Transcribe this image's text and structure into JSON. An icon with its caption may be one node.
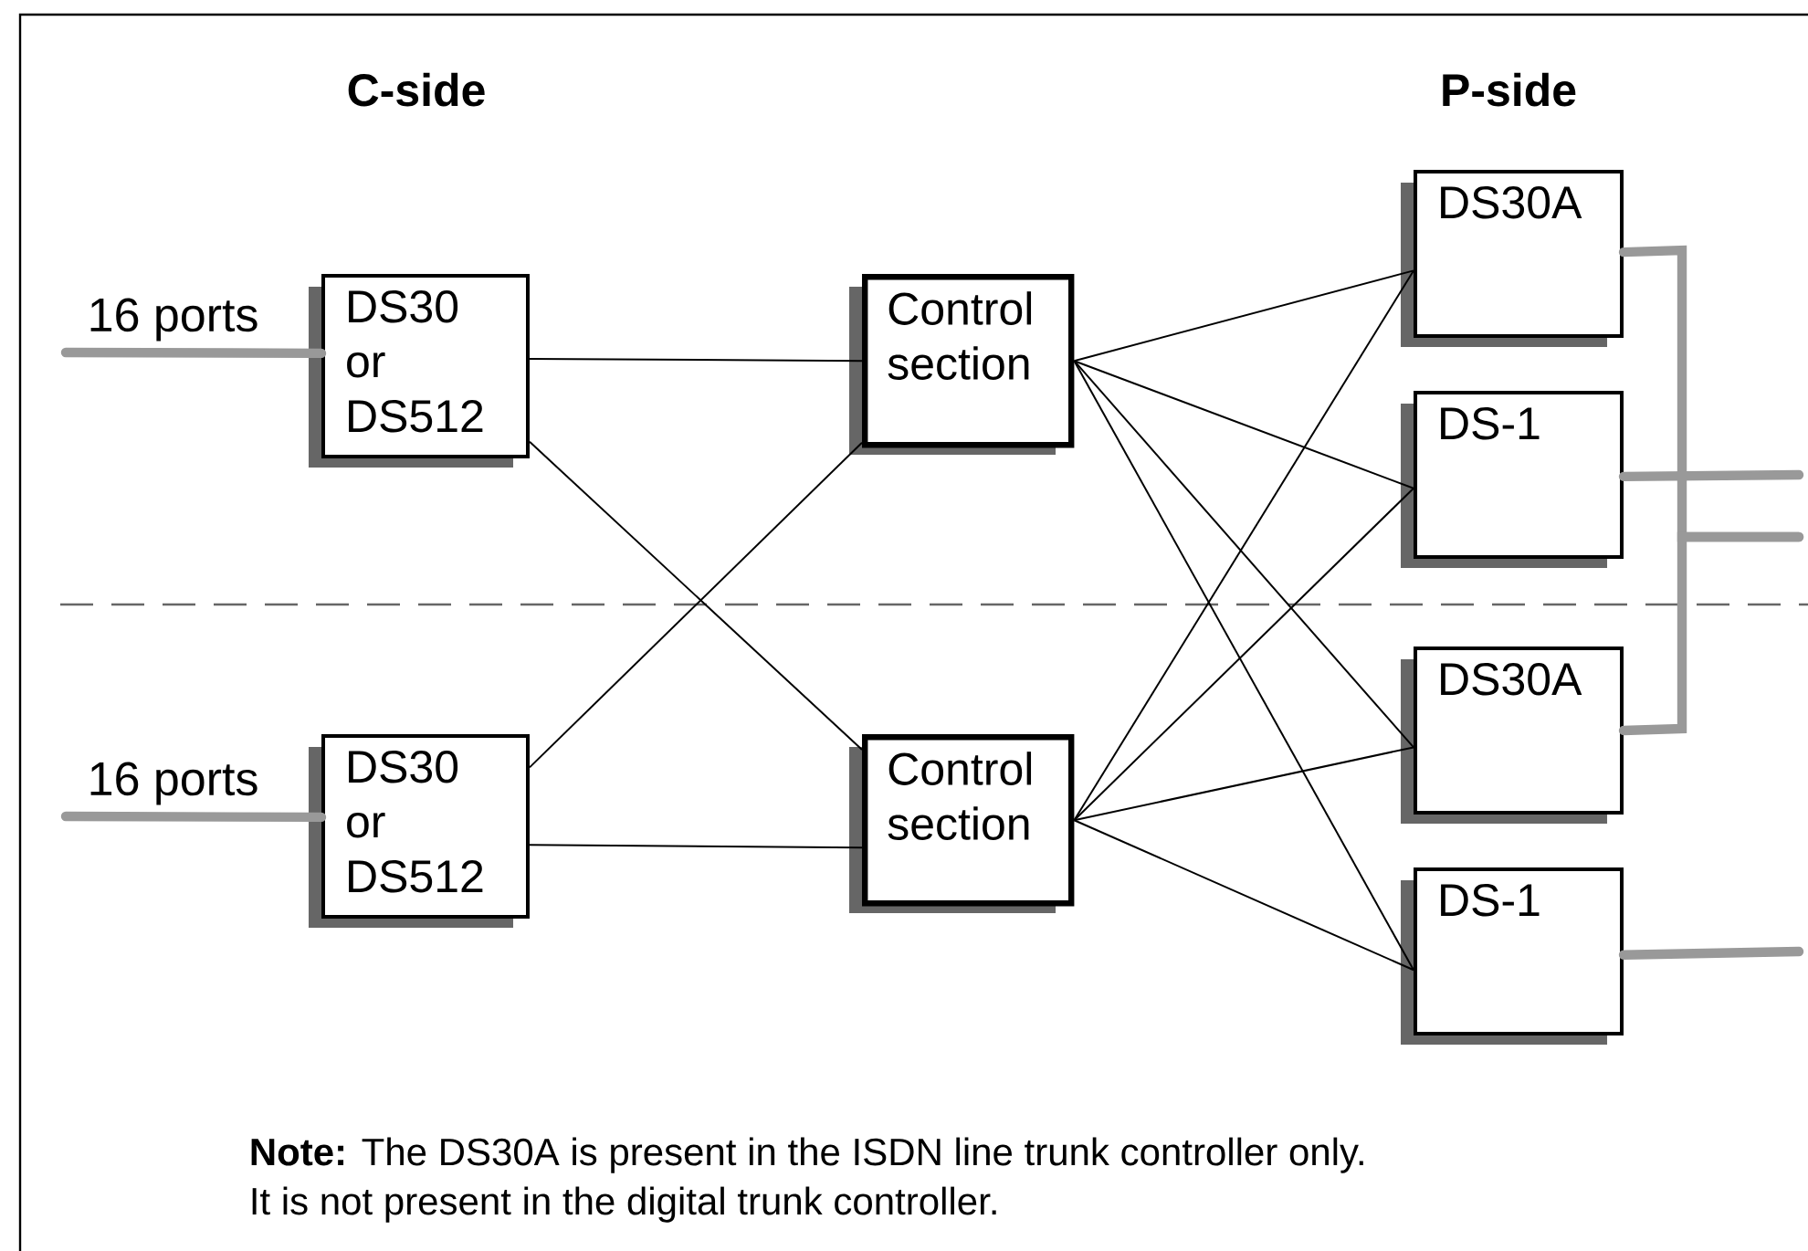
{
  "diagram": {
    "nodes": [
      {
        "text": [
          "DS30 or DS512"
        ]
      },
      {
        "text": [
          "Control section"
        ]
      },
      {
        "text": [
          "DS30A"
        ]
      },
      {
        "text": [
          "DS-1"
        ]
      },
      {
        "text": [
          "DS30 or DS512"
        ]
      },
      {
        "text": [
          "Control section"
        ]
      },
      {
        "text": [
          "DS30A"
        ]
      },
      {
        "text": [
          "DS-1"
        ]
      }
    ],
    "edges": [
      {
        "from": null,
        "to": 0,
        "arrow": "none",
        "label": "16 ports",
        "style": "thick",
        "color": "#999999"
      },
      {
        "from": null,
        "to": 4,
        "arrow": "none",
        "label": "16 ports",
        "style": "thick",
        "color": "#999999"
      },
      {
        "from": 0,
        "to": 1,
        "arrow": "none"
      },
      {
        "from": 0,
        "to": 5,
        "arrow": "none"
      },
      {
        "from": 4,
        "to": 1,
        "arrow": "none"
      },
      {
        "from": 4,
        "to": 5,
        "arrow": "none"
      },
      {
        "from": 1,
        "to": 2,
        "arrow": "none"
      },
      {
        "from": 1,
        "to": 3,
        "arrow": "none"
      },
      {
        "from": 1,
        "to": 6,
        "arrow": "none"
      },
      {
        "from": 1,
        "to": 7,
        "arrow": "none"
      },
      {
        "from": 5,
        "to": 2,
        "arrow": "none"
      },
      {
        "from": 5,
        "to": 3,
        "arrow": "none"
      },
      {
        "from": 5,
        "to": 6,
        "arrow": "none"
      },
      {
        "from": 5,
        "to": 7,
        "arrow": "none"
      },
      {
        "from": 2,
        "to": null,
        "arrow": "none",
        "style": "thick",
        "color": "#999999"
      },
      {
        "from": 3,
        "to": null,
        "arrow": "none",
        "style": "thick",
        "color": "#999999"
      },
      {
        "from": 6,
        "to": null,
        "arrow": "none",
        "style": "thick",
        "color": "#999999"
      },
      {
        "from": 7,
        "to": null,
        "arrow": "none",
        "style": "thick",
        "color": "#999999"
      }
    ],
    "labels": [
      "C-side",
      "P-side",
      "**Note:** The DS30A is present in the ISDN line trunk controller only.",
      "It is not present in the digital trunk controller."
    ]
  }
}
